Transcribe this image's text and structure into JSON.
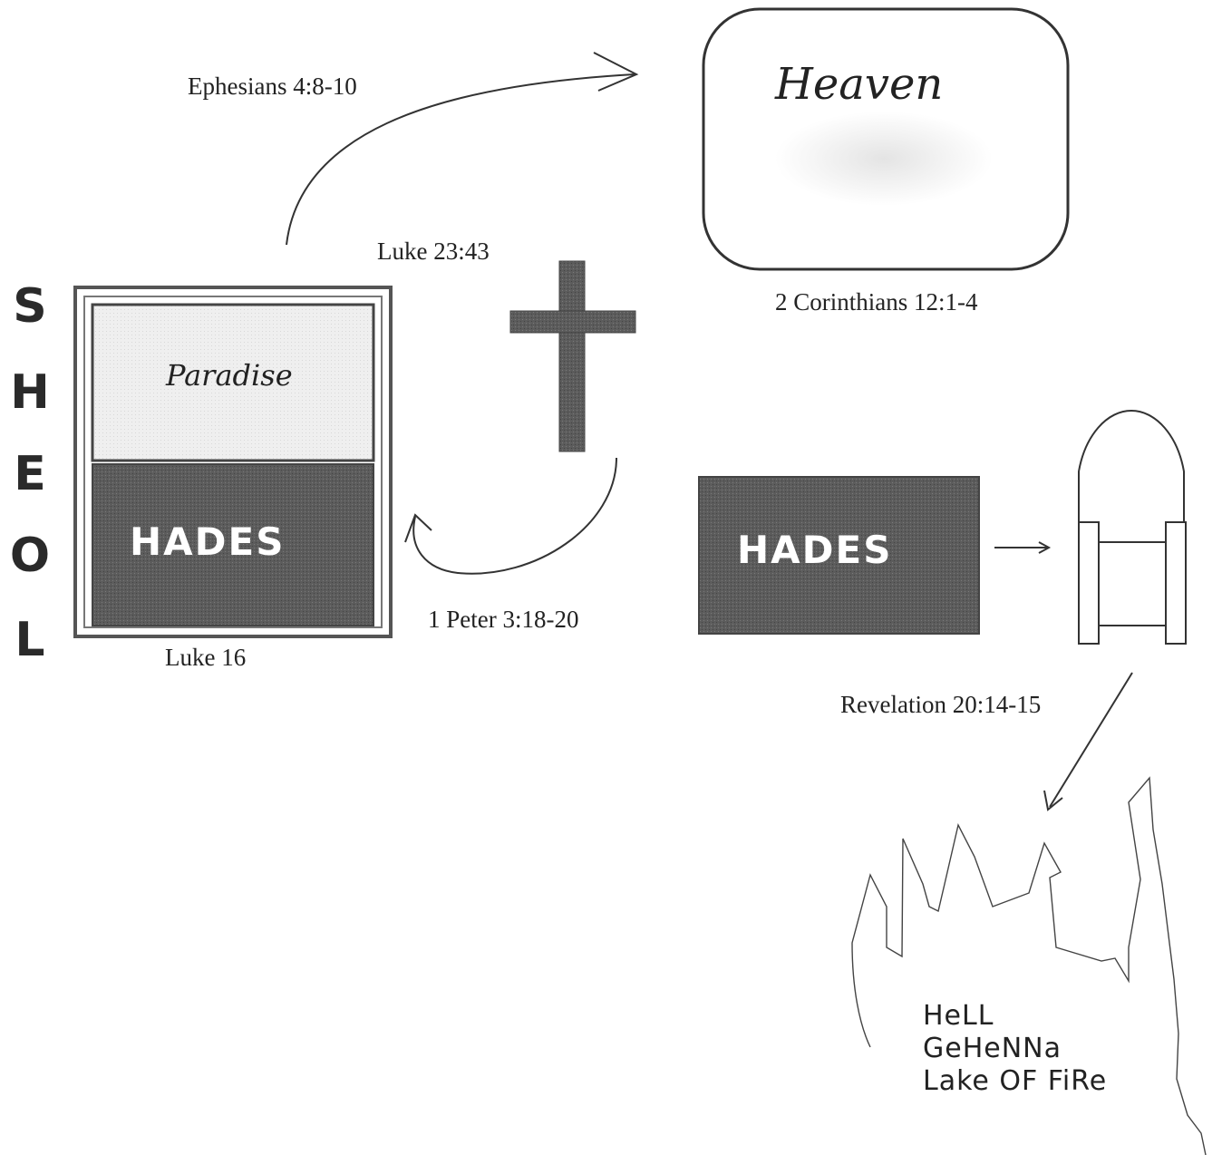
{
  "sheol": {
    "letters": [
      "S",
      "H",
      "E",
      "O",
      "L"
    ],
    "paradise_label": "Paradise",
    "hades_label": "HADES",
    "caption": "Luke 16"
  },
  "references": {
    "ephesians": "Ephesians 4:8-10",
    "luke23": "Luke 23:43",
    "corinthians": "2 Corinthians 12:1-4",
    "peter": "1 Peter 3:18-20",
    "revelation": "Revelation 20:14-15"
  },
  "heaven": {
    "label": "Heaven"
  },
  "hades_right": {
    "label": "HADES"
  },
  "hell": {
    "lines": [
      "HeLL",
      "GeHeNNa",
      "Lake OF FiRe"
    ]
  },
  "colors": {
    "dark_fill": "#5a5a5a",
    "light_fill": "#ececec",
    "line": "#333333"
  }
}
